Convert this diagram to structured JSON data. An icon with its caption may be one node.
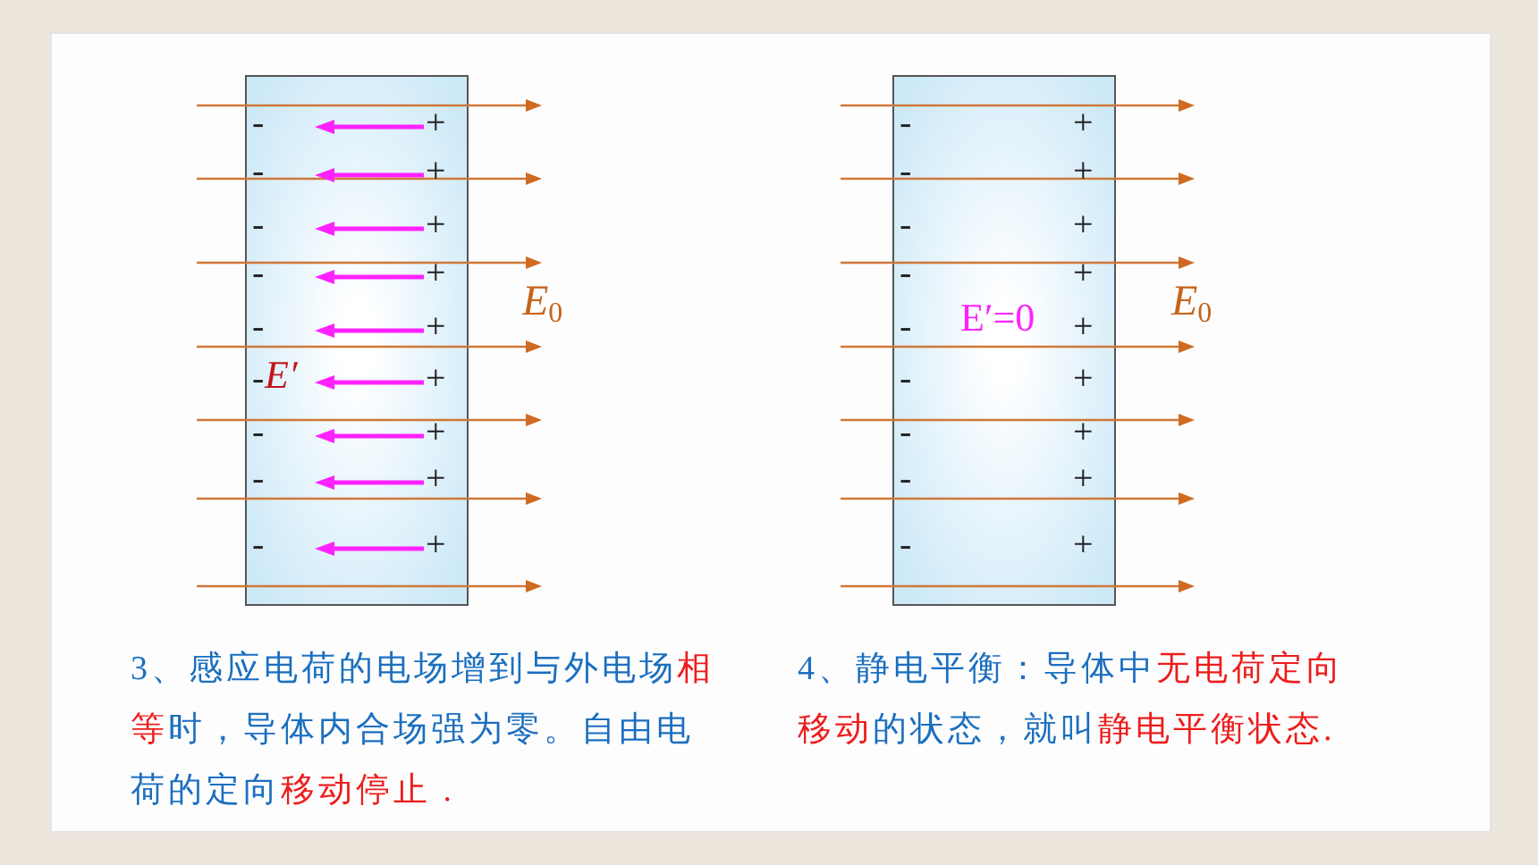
{
  "diagram": {
    "nodes": [
      {
        "text": [
          "E′"
        ]
      },
      {
        "text": [
          "E′=0"
        ]
      }
    ],
    "labels": [
      "-",
      "+",
      "-",
      "+",
      "-",
      "+",
      "-",
      "+",
      "-",
      "+",
      "-",
      "+",
      "-",
      "+",
      "-",
      "+",
      "-",
      "+",
      "-",
      "+",
      "-",
      "+",
      "-",
      "+",
      "-",
      "+",
      "-",
      "+",
      "-",
      "+",
      "-",
      "+",
      "-",
      "+",
      "-",
      "+",
      "E$_{0}$",
      "E$_{0}$",
      "3、感应电荷的电场增到与外电场**相等**时，导体内合场强为零。自由电荷的定向**移动停止 .**",
      "4、静电平衡：导体中**无电荷定向移动**的状态，就叫**静电平衡状态.**"
    ]
  }
}
